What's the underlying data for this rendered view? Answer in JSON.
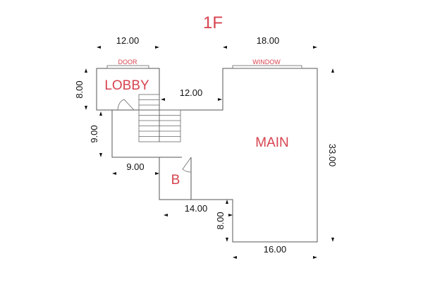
{
  "title": "1F",
  "accent_color": "#d6434f",
  "rooms": {
    "lobby": "LOBBY",
    "main": "MAIN",
    "b": "B"
  },
  "openings": {
    "door": "DOOR",
    "window": "WINDOW"
  },
  "dimensions": {
    "lobby_width": "12.00",
    "main_width": "18.00",
    "lobby_height": "8.00",
    "corridor_height": "9.00",
    "stair_gap_width": "12.00",
    "corridor_width": "9.00",
    "b_to_main_width": "14.00",
    "main_step_height": "8.00",
    "main_bottom_width": "16.00",
    "main_height": "33.00"
  }
}
